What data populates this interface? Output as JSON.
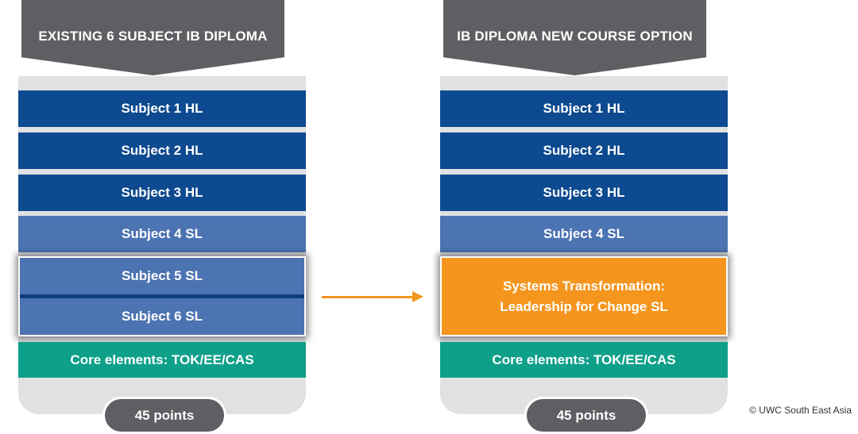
{
  "left": {
    "header": "EXISTING 6 SUBJECT IB DIPLOMA",
    "subjects": [
      "Subject 1 HL",
      "Subject 2 HL",
      "Subject 3 HL",
      "Subject 4 SL",
      "Subject 5 SL",
      "Subject 6 SL"
    ],
    "core": "Core elements: TOK/EE/CAS",
    "points": "45 points"
  },
  "right": {
    "header": "IB DIPLOMA NEW COURSE OPTION",
    "subjects": [
      "Subject 1 HL",
      "Subject 2 HL",
      "Subject 3 HL",
      "Subject 4 SL"
    ],
    "new_course_line1": "Systems Transformation:",
    "new_course_line2": "Leadership for Change SL",
    "core": "Core elements: TOK/EE/CAS",
    "points": "45 points"
  },
  "copyright": "© UWC South East Asia",
  "colors": {
    "header": "#5e5f62",
    "hl": "#0d4a8f",
    "sl": "#4c73b2",
    "core": "#0fa08a",
    "new_course": "#f4951e",
    "panel": "#e0e1e3",
    "arrow": "#f4951e"
  }
}
